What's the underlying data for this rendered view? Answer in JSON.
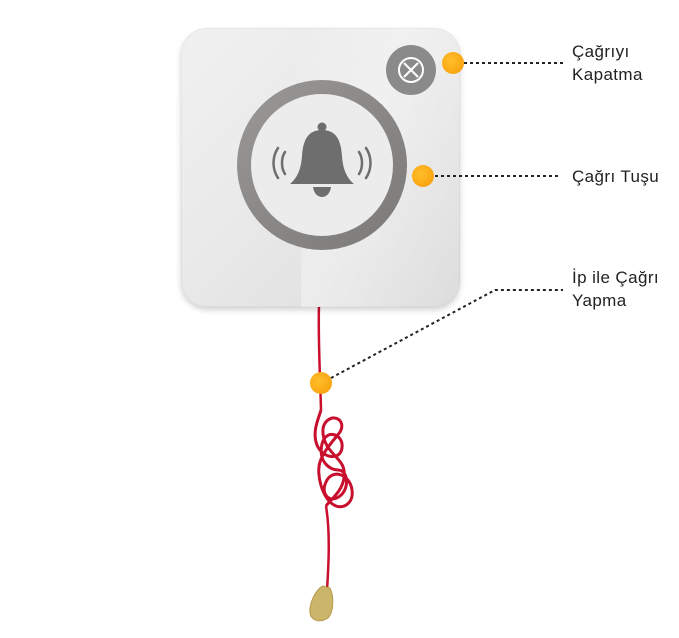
{
  "callouts": [
    {
      "id": "cancel",
      "lines": [
        "Çağrıyı",
        "Kapatma"
      ]
    },
    {
      "id": "call",
      "lines": [
        "Çağrı Tuşu"
      ]
    },
    {
      "id": "pull",
      "lines": [
        "İp ile Çağrı",
        "Yapma"
      ]
    }
  ],
  "colors": {
    "device_body": "#e9e9e9",
    "ring": "#8e8c8a",
    "bell": "#6e6e6e",
    "cancel_button": "#8a8a8a",
    "marker": "#f9a512",
    "cord": "#c8102e",
    "pull_weight": "#cbb56a",
    "leader_line": "#222222"
  },
  "icons": [
    "bell-icon",
    "cancel-x-icon"
  ]
}
